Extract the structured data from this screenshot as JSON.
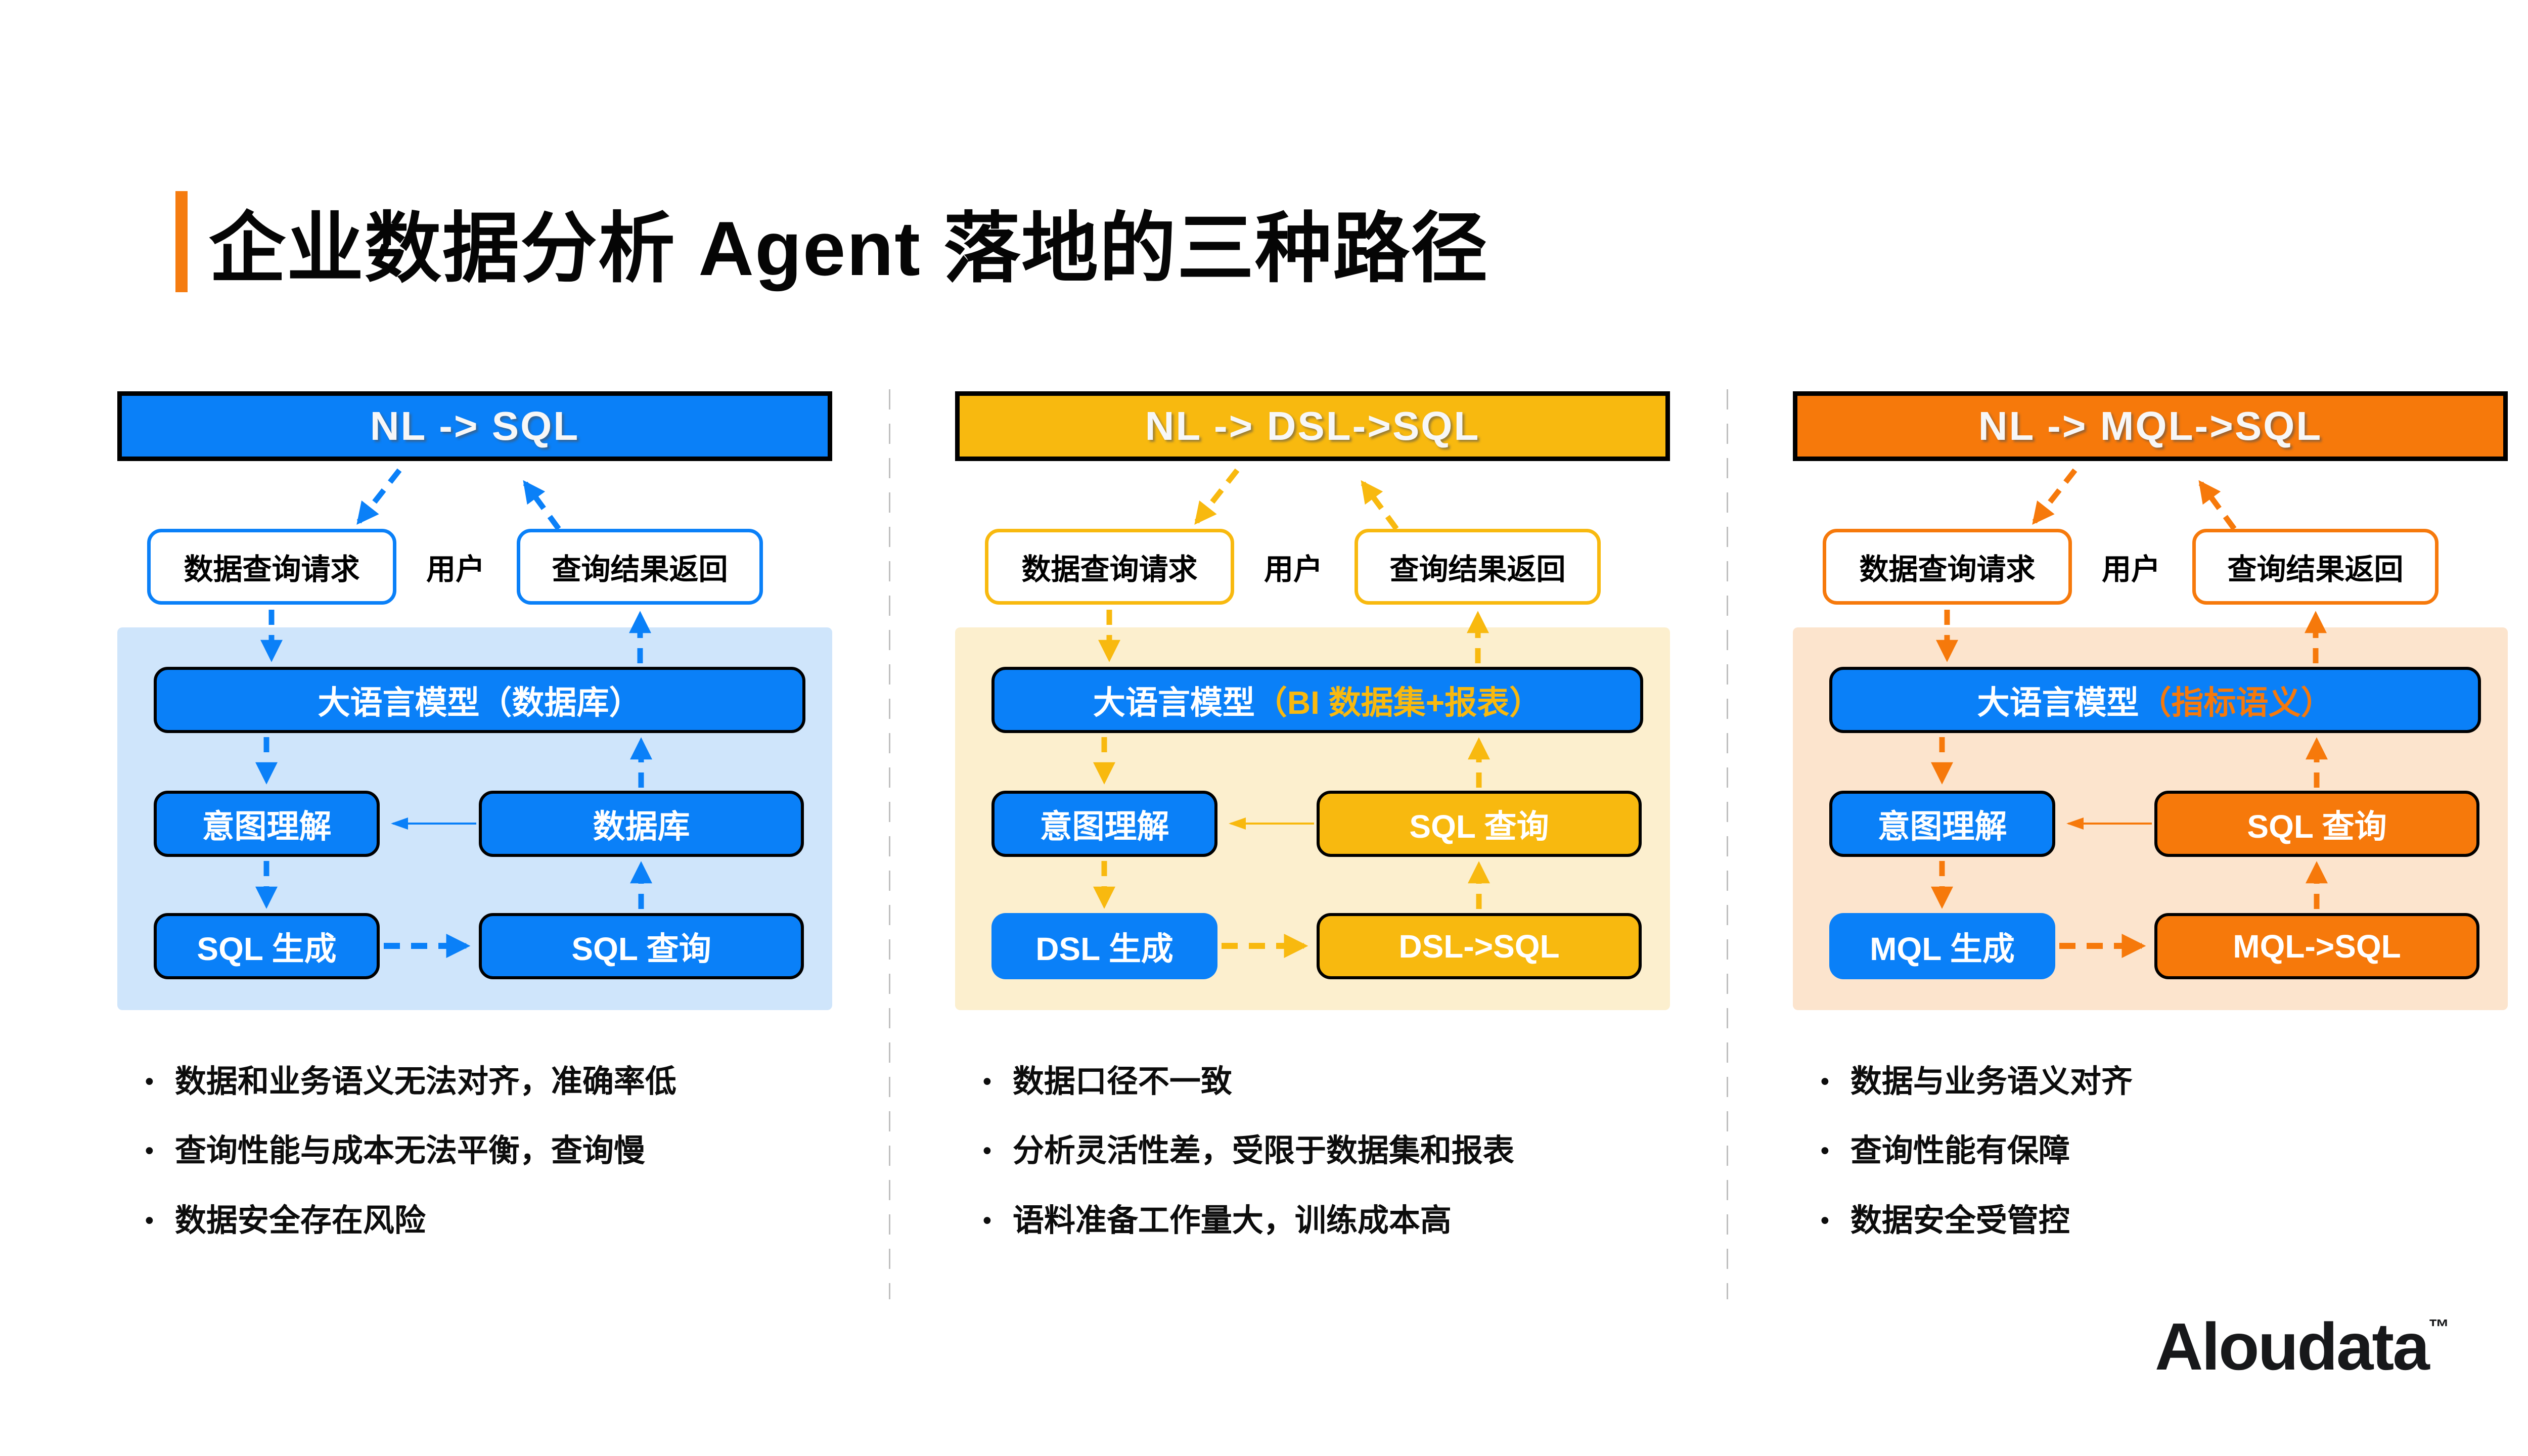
{
  "title": "企业数据分析 Agent 落地的三种路径",
  "ui": {
    "bullet_char": "•"
  },
  "logo": {
    "text": "Aloudata",
    "tm": "™"
  },
  "colors": {
    "blue": "#0a80f8",
    "yellow": "#f8b90f",
    "orange": "#f6790b",
    "panel_blue": "#cfe5fb",
    "panel_yellow": "#fcefce",
    "panel_orange": "#fce4cd",
    "divider_gray": "#bfbfbf",
    "title_bar_orange": "#f57c10",
    "box_border_black": "#000000"
  },
  "columns": [
    {
      "header": "NL -> SQL",
      "accent": "#0a80f8",
      "panel_bg": "#cfe5fb",
      "request_label": "数据查询请求",
      "user_label": "用户",
      "result_label": "查询结果返回",
      "llm_label": "大语言模型",
      "llm_paren": "（数据库）",
      "intent_label": "意图理解",
      "row2_right_label": "数据库",
      "gen_label": "SQL 生成",
      "row3_right_label": "SQL 查询",
      "bullets": [
        "数据和业务语义无法对齐，准确率低",
        "查询性能与成本无法平衡，查询慢",
        "数据安全存在风险"
      ]
    },
    {
      "header": "NL -> DSL->SQL",
      "accent": "#f8b90f",
      "panel_bg": "#fcefce",
      "request_label": "数据查询请求",
      "user_label": "用户",
      "result_label": "查询结果返回",
      "llm_label": "大语言模型",
      "llm_paren": "（BI 数据集+报表）",
      "intent_label": "意图理解",
      "row2_right_label": "SQL 查询",
      "gen_label": "DSL 生成",
      "row3_right_label": "DSL->SQL",
      "bullets": [
        "数据口径不一致",
        "分析灵活性差，受限于数据集和报表",
        "语料准备工作量大，训练成本高"
      ]
    },
    {
      "header": "NL -> MQL->SQL",
      "accent": "#f6790b",
      "panel_bg": "#fce4cd",
      "request_label": "数据查询请求",
      "user_label": "用户",
      "result_label": "查询结果返回",
      "llm_label": "大语言模型",
      "llm_paren": "（指标语义）",
      "intent_label": "意图理解",
      "row2_right_label": "SQL 查询",
      "gen_label": "MQL 生成",
      "row3_right_label": "MQL->SQL",
      "bullets": [
        "数据与业务语义对齐",
        "查询性能有保障",
        "数据安全受管控"
      ]
    }
  ]
}
